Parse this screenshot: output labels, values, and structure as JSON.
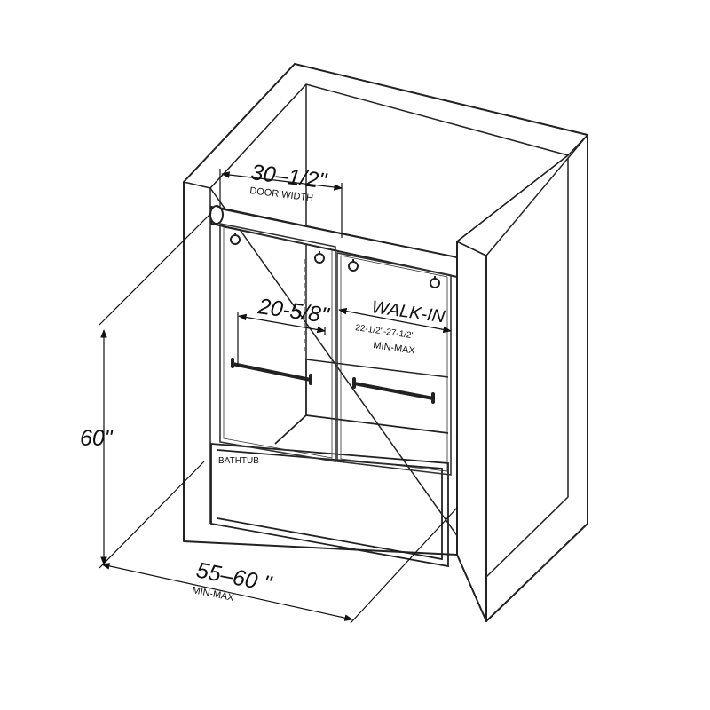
{
  "labels": {
    "door_width_value": "30–1/2\"",
    "door_width_caption": "DOOR WIDTH",
    "panel_width_value": "20-5/8\"",
    "walk_in_title": "WALK-IN",
    "walk_in_range": "22-1/2\"-27-1/2\"",
    "walk_in_caption": "MIN-MAX",
    "height_value": "60\"",
    "bathtub": "BATHTUB",
    "total_width_value": "55–60 \"",
    "total_width_caption": "MIN-MAX"
  }
}
